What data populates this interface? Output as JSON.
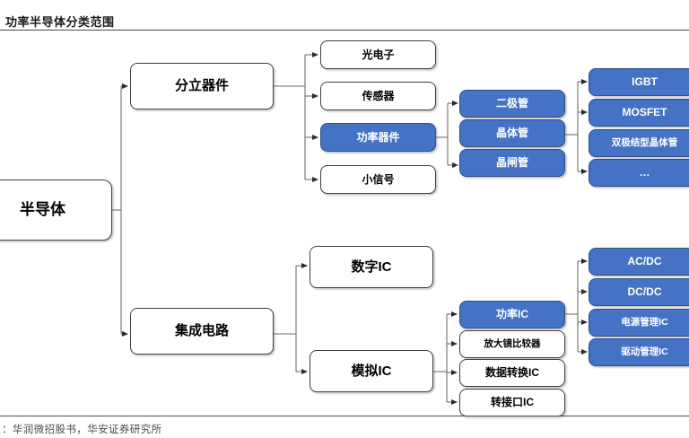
{
  "header": {
    "title": "功率半导体分类范围"
  },
  "footer": {
    "source": "：华润微招股书，华安证券研究所"
  },
  "colors": {
    "accent_blue": "#4472C4",
    "accent_blue_border": "#2F4F86",
    "box_border": "#3F3F3F",
    "line": "#6E6E6E",
    "text_dark": "#000000",
    "text_light": "#FFFFFF",
    "rule": "#4A4A4A"
  },
  "diagram": {
    "type": "tree",
    "root": {
      "label": "半导体",
      "highlight": false
    },
    "level1": [
      {
        "label": "分立器件",
        "highlight": false
      },
      {
        "label": "集成电路",
        "highlight": false
      }
    ],
    "discrete_children": [
      {
        "label": "光电子",
        "highlight": false
      },
      {
        "label": "传感器",
        "highlight": false
      },
      {
        "label": "功率器件",
        "highlight": true
      },
      {
        "label": "小信号",
        "highlight": false
      }
    ],
    "power_device_children": [
      {
        "label": "二极管",
        "highlight": true
      },
      {
        "label": "晶体管",
        "highlight": true
      },
      {
        "label": "晶闸管",
        "highlight": true
      }
    ],
    "transistor_children": [
      {
        "label": "IGBT",
        "highlight": true
      },
      {
        "label": "MOSFET",
        "highlight": true
      },
      {
        "label": "双极结型晶体管",
        "highlight": true
      },
      {
        "label": "…",
        "highlight": true
      }
    ],
    "ic_children": [
      {
        "label": "数字IC",
        "highlight": false
      },
      {
        "label": "模拟IC",
        "highlight": false
      }
    ],
    "analog_ic_children": [
      {
        "label": "功率IC",
        "highlight": true
      },
      {
        "label": "放大镜比较器",
        "highlight": false
      },
      {
        "label": "数据转换IC",
        "highlight": false
      },
      {
        "label": "转接口IC",
        "highlight": false
      }
    ],
    "power_ic_children": [
      {
        "label": "AC/DC",
        "highlight": true
      },
      {
        "label": "DC/DC",
        "highlight": true
      },
      {
        "label": "电源管理IC",
        "highlight": true
      },
      {
        "label": "驱动管理IC",
        "highlight": true
      }
    ]
  }
}
